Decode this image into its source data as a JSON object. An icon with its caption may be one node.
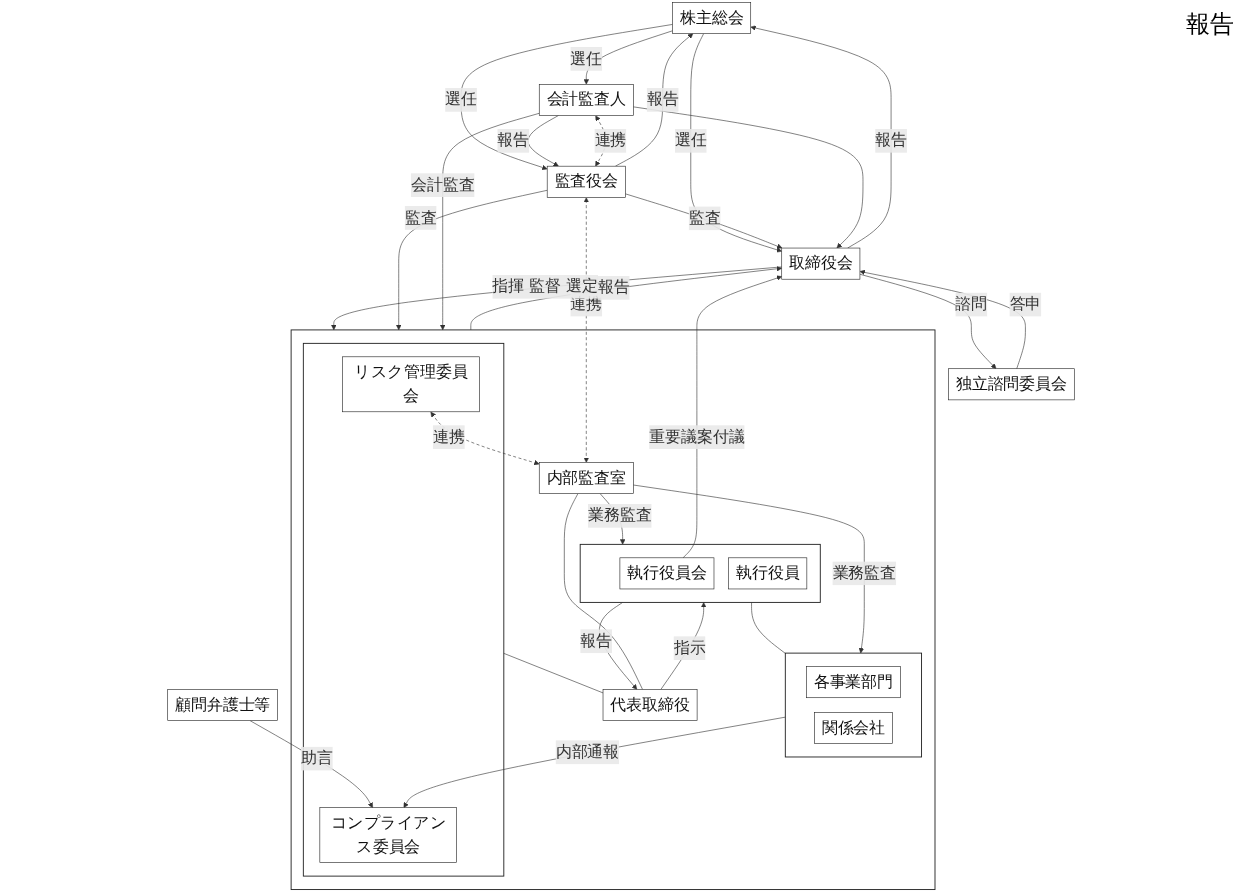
{
  "diagram": {
    "nodes": [
      {
        "text": [
          "株主総会"
        ]
      },
      {
        "text": [
          "取締役会"
        ]
      },
      {
        "text": [
          "監査役会"
        ]
      },
      {
        "text": [
          "会計監査人"
        ]
      },
      {
        "text": [
          "独立諮問委員会"
        ]
      },
      {
        "text": [],
        "shape": "box"
      },
      {
        "text": [
          "代表取締役"
        ],
        "in": 5
      },
      {
        "text": [],
        "shape": "box",
        "in": 5
      },
      {
        "text": [
          "執行役員会"
        ],
        "in": 7
      },
      {
        "text": [
          "執行役員"
        ],
        "in": 7
      },
      {
        "text": [],
        "shape": "box",
        "in": 5
      },
      {
        "text": [
          "各事業部門"
        ],
        "in": 10
      },
      {
        "text": [
          "関係会社"
        ],
        "in": 10
      },
      {
        "text": [
          "内部監査室"
        ],
        "in": 5
      },
      {
        "text": [],
        "shape": "box",
        "in": 5
      },
      {
        "text": [
          "リスク管理委員会"
        ],
        "in": 14
      },
      {
        "text": [
          "コンプライアンス委員会"
        ],
        "in": 14
      },
      {
        "text": [
          "顧問弁護士等"
        ]
      }
    ],
    "edges": [
      {
        "from": 1,
        "to": 0,
        "arrow": "to",
        "label": "報告"
      },
      {
        "from": 0,
        "to": 1,
        "arrow": "to",
        "label": "選任"
      },
      {
        "from": 2,
        "to": 0,
        "arrow": "to",
        "label": "報告"
      },
      {
        "from": 0,
        "to": 2,
        "arrow": "to",
        "label": "選任"
      },
      {
        "from": 0,
        "to": 3,
        "arrow": "to",
        "label": "選任"
      },
      {
        "from": 3,
        "to": 2,
        "arrow": "to",
        "label": "報告"
      },
      {
        "from": 3,
        "to": 2,
        "arrow": "both",
        "label": "連携",
        "style": "dashed"
      },
      {
        "from": 2,
        "to": 1,
        "arrow": "to",
        "label": "監査"
      },
      {
        "from": 1,
        "to": 4,
        "arrow": "to",
        "label": "諮問"
      },
      {
        "from": 4,
        "to": 1,
        "arrow": "to",
        "label": "答申"
      },
      {
        "from": 1,
        "to": 5,
        "arrow": "to",
        "label": "指揮 監督 選定"
      },
      {
        "from": 5,
        "to": 1,
        "arrow": "to",
        "label": "報告"
      },
      {
        "from": 2,
        "to": 5,
        "arrow": "to",
        "label": "監査"
      },
      {
        "from": 3,
        "to": 5,
        "arrow": "to",
        "label": "会計監査"
      },
      {
        "from": 3,
        "to": 1,
        "arrow": "to"
      },
      {
        "from": 8,
        "to": 1,
        "arrow": "to",
        "label": "重要議案付議"
      },
      {
        "from": 6,
        "to": 7,
        "arrow": "to",
        "label": "指示"
      },
      {
        "from": 7,
        "to": 6,
        "arrow": "to",
        "label": "報告"
      },
      {
        "from": 6,
        "to": 14,
        "arrow": "none"
      },
      {
        "from": 6,
        "to": 13,
        "arrow": "none"
      },
      {
        "from": 7,
        "to": 10,
        "arrow": "none"
      },
      {
        "from": 13,
        "to": 7,
        "arrow": "to",
        "label": "業務監査"
      },
      {
        "from": 13,
        "to": 10,
        "arrow": "to",
        "label": "業務監査"
      },
      {
        "from": 15,
        "to": 13,
        "arrow": "both",
        "label": "連携",
        "style": "dashed"
      },
      {
        "from": 2,
        "to": 13,
        "arrow": "both",
        "label": "連携",
        "style": "dashed"
      },
      {
        "from": 10,
        "to": 16,
        "arrow": "to",
        "label": "内部通報"
      },
      {
        "from": 17,
        "to": 16,
        "arrow": "to",
        "label": "助言"
      }
    ],
    "labels": [
      "報告"
    ]
  }
}
